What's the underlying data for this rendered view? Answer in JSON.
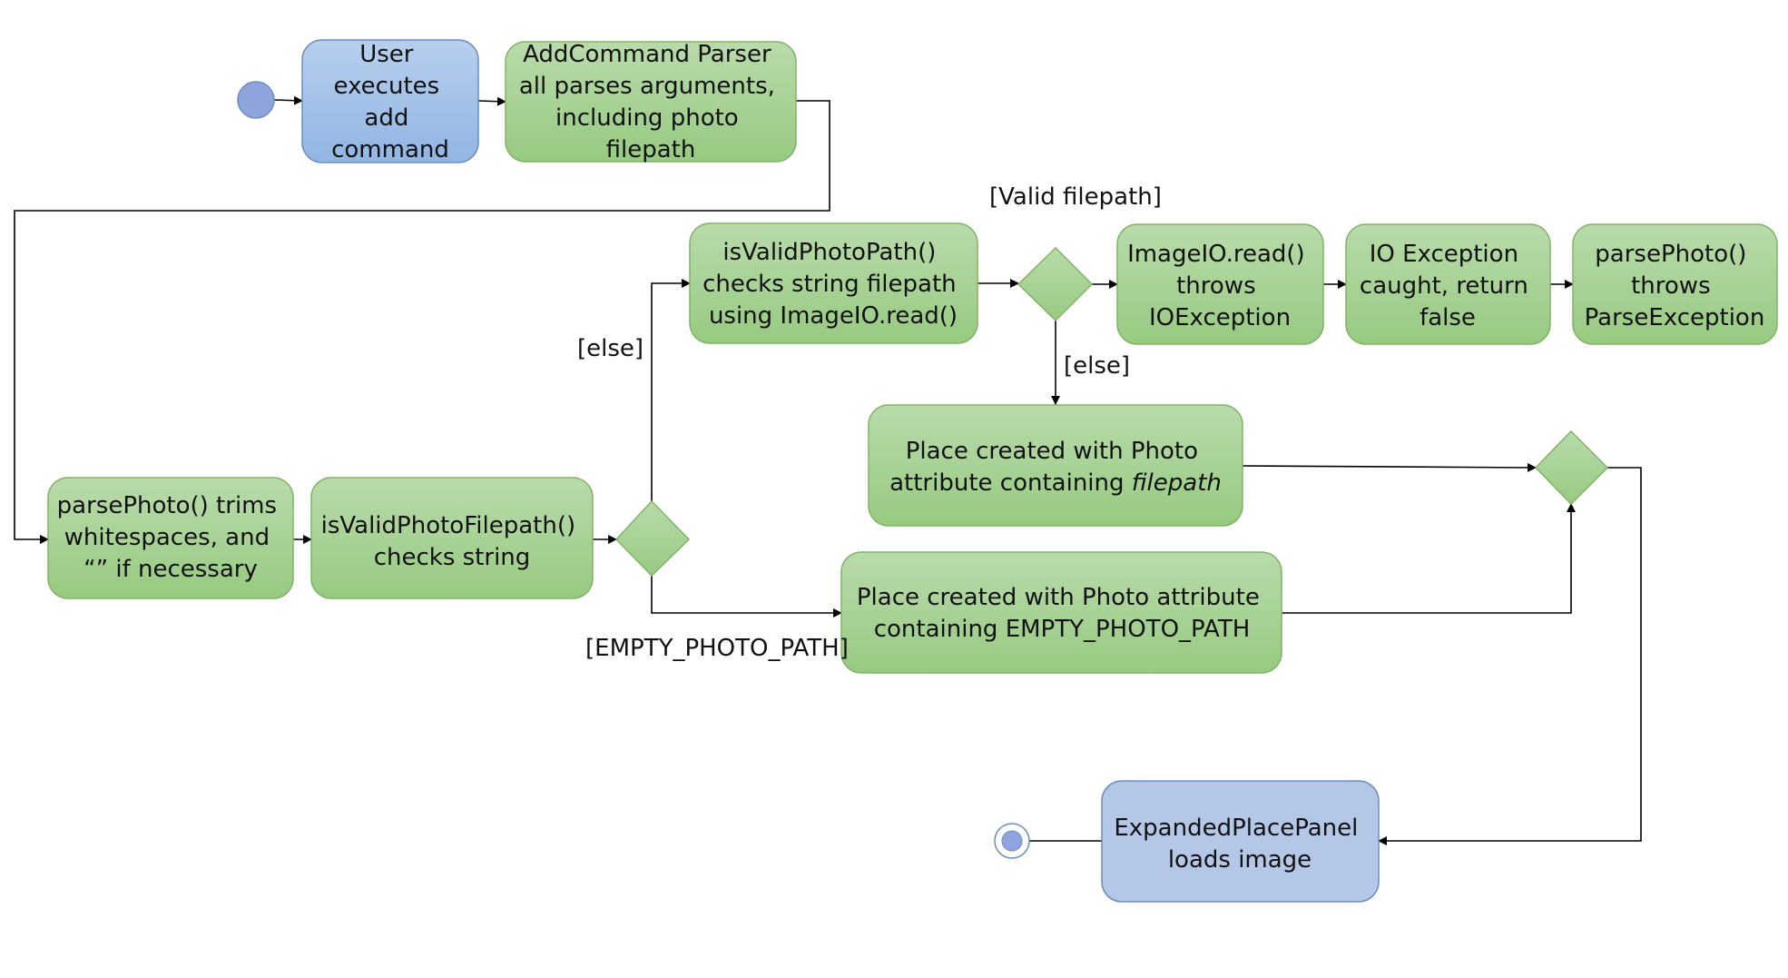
{
  "colors": {
    "action_green_top": "#b9dbab",
    "action_green_bottom": "#97ca81",
    "action_green_stroke": "#82b366",
    "action_blue_top": "#b7cfee",
    "action_blue_bottom": "#92b5e3",
    "action_blue_stroke": "#6c8ebf",
    "end_blue": "#b4c7e7",
    "start_node": "#8fa4dc",
    "edge": "#000000"
  },
  "nodes": {
    "user_executes": [
      "User",
      "executes",
      "add",
      "command"
    ],
    "addcommand_parser": [
      "AddCommand Parser",
      "all parses arguments,",
      "including photo",
      "filepath"
    ],
    "parse_photo_trims": [
      "parsePhoto() trims",
      "whitespaces, and",
      "“” if necessary"
    ],
    "is_valid_photo_filepath": [
      "isValidPhotoFilepath()",
      "checks string"
    ],
    "is_valid_photo_path": [
      "isValidPhotoPath()",
      "checks string filepath",
      "using ImageIO.read()"
    ],
    "imageio_read": [
      "ImageIO.read()",
      "throws",
      "IOException"
    ],
    "io_exception_caught": [
      "IO Exception",
      "caught, return",
      "false"
    ],
    "parse_photo_throws": [
      "parsePhoto()",
      "throws",
      "ParseException"
    ],
    "place_created_filepath": {
      "line1": "Place created with Photo",
      "line2_prefix": "attribute containing ",
      "line2_italic": "filepath"
    },
    "place_created_empty": [
      "Place created with Photo attribute",
      "containing EMPTY_PHOTO_PATH"
    ],
    "expanded_place_panel": [
      "ExpandedPlacePanel",
      "loads image"
    ]
  },
  "guards": {
    "valid_filepath": "[Valid filepath]",
    "else_upper": "[else]",
    "else_lower": "[else]",
    "empty_photo_path": "[EMPTY_PHOTO_PATH]"
  }
}
